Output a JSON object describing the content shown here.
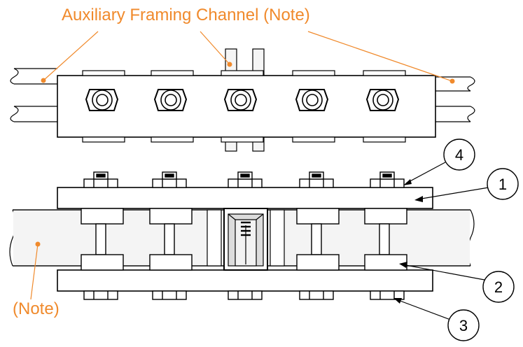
{
  "labels": {
    "top_note": "Auxiliary Framing Channel (Note)",
    "bottom_note": "(Note)"
  },
  "callouts": [
    {
      "number": "4"
    },
    {
      "number": "1"
    },
    {
      "number": "2"
    },
    {
      "number": "3"
    }
  ],
  "colors": {
    "accent": "#f08a2c",
    "line": "#000000",
    "fill_light": "#f2f2f2",
    "fill_mid": "#d9d9d9"
  }
}
